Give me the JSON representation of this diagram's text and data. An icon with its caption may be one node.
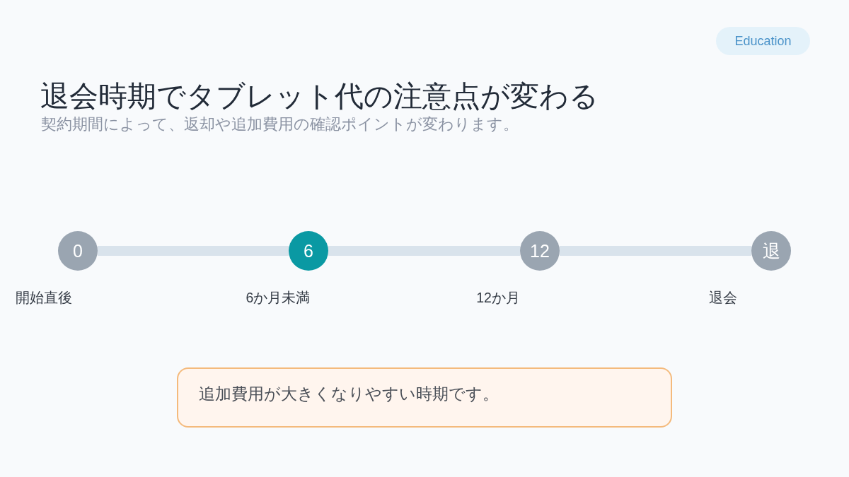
{
  "diagram": {
    "title": "退会時期でタブレット代の注意点が変わる",
    "nodes": [
      {
        "text": [
          "Education"
        ]
      },
      {
        "text": [
          "0"
        ],
        "beside": [
          "開始直後"
        ]
      },
      {
        "text": [
          "6"
        ],
        "beside": [
          "6か月未満"
        ]
      },
      {
        "text": [
          "12"
        ],
        "beside": [
          "12か月"
        ]
      },
      {
        "text": [
          "退"
        ],
        "beside": [
          "退会"
        ]
      },
      {
        "text": [
          "追加費用が大きくなりやすい時期です。"
        ]
      }
    ],
    "edges": [
      {
        "from": 1,
        "to": 2,
        "arrow": "none"
      },
      {
        "from": 2,
        "to": 3,
        "arrow": "none"
      },
      {
        "from": 3,
        "to": 4,
        "arrow": "none"
      }
    ],
    "labels": [
      "契約期間によって、返却や追加費用の確認ポイントが変わります。"
    ]
  }
}
